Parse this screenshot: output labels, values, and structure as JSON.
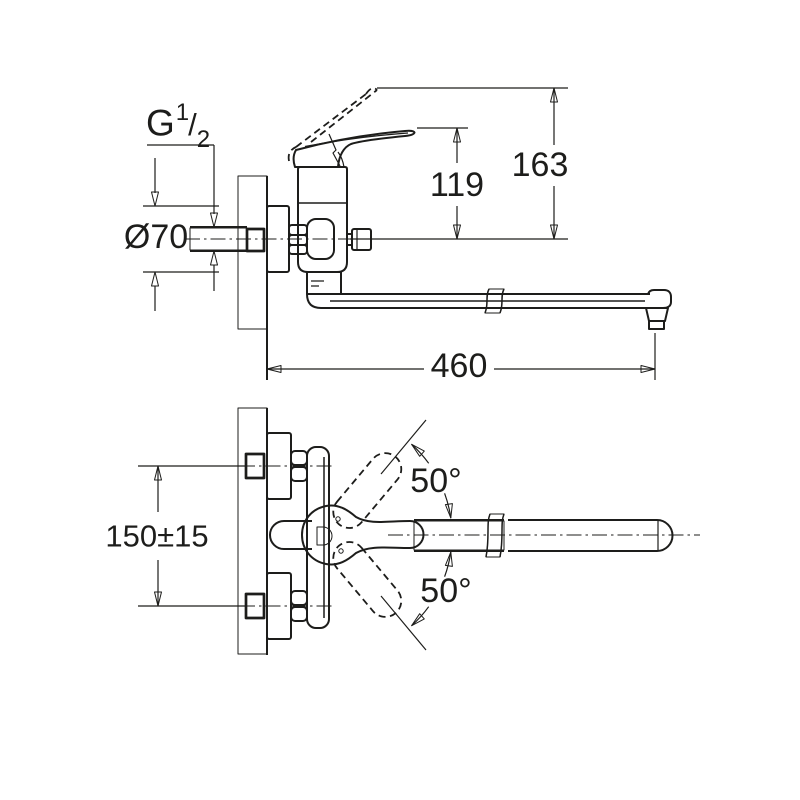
{
  "drawing": {
    "ink_color": "#1d1d1b",
    "background_color": "#ffffff"
  },
  "top_view": {
    "thread_label": {
      "prefix": "G",
      "numerator": "1",
      "separator": "/",
      "denominator": "2"
    },
    "escutcheon_diameter_label": "Ø70",
    "spout_height_label": "119",
    "total_height_label": "163",
    "spout_reach_label": "460"
  },
  "bottom_view": {
    "connection_distance_label": "150±15",
    "upper_swivel_angle_label": "50°",
    "lower_swivel_angle_label": "50°"
  }
}
